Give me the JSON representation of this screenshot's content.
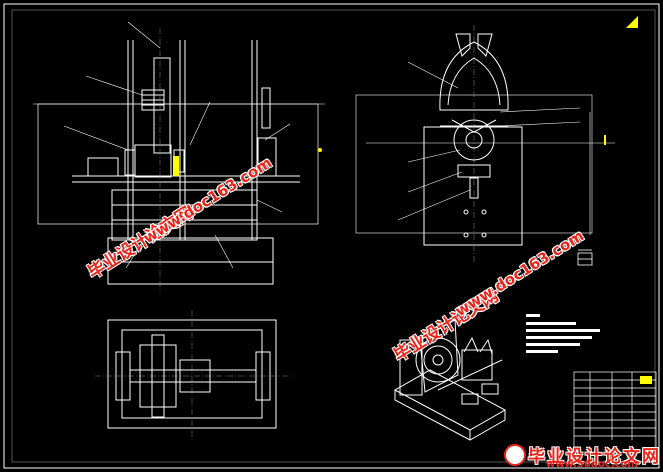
{
  "watermarks": {
    "cn_text": "毕业设计论文网",
    "url_text": "www.doc163.com"
  },
  "footer": {
    "cn_text": "毕业设计论文网",
    "url_text": "www.56doc.com"
  },
  "colors": {
    "background": "#000000",
    "line": "#ffffff",
    "accent": "#ffff00",
    "watermark": "#e8251a"
  },
  "icons": {
    "close": "close-icon"
  }
}
